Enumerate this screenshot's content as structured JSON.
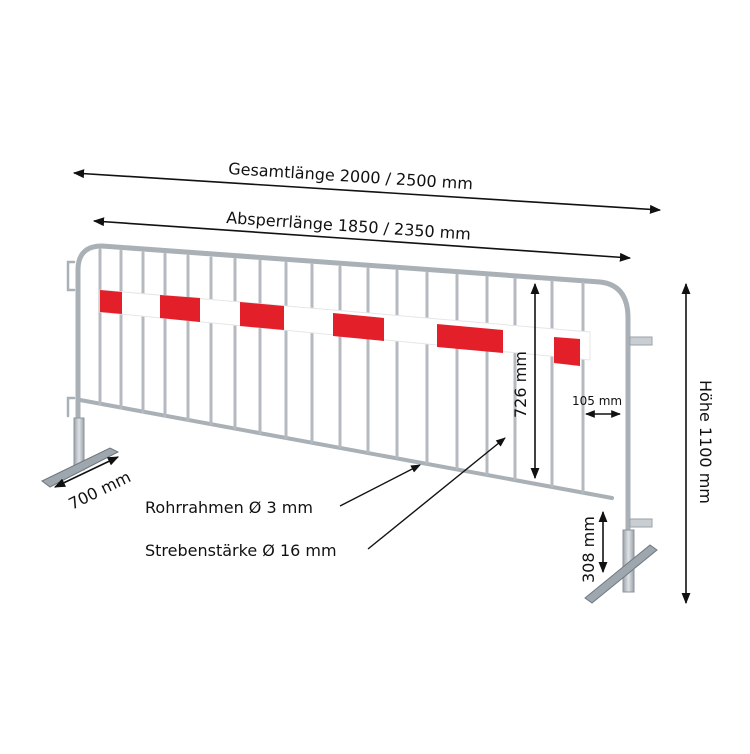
{
  "diagram": {
    "subject": "Absperrgitter (crowd control barrier)",
    "colors": {
      "background": "#ffffff",
      "steel": "#b9bec4",
      "steel_dark": "#8c949c",
      "stripe_red": "#e3202a",
      "stripe_white": "#ffffff",
      "arrow": "#111111"
    },
    "labels": {
      "total_length": "Gesamtlänge 2000 / 2500 mm",
      "barrier_length": "Absperrlänge 1850 / 2350 mm",
      "inner_height": "726 mm",
      "bar_spacing": "105 mm",
      "total_height": "Höhe 1100 mm",
      "foot_height": "308 mm",
      "foot_length": "700 mm",
      "frame_tube": "Rohrrahmen Ø 3 mm",
      "strut_thickness": "Strebenstärke Ø 16 mm"
    }
  }
}
